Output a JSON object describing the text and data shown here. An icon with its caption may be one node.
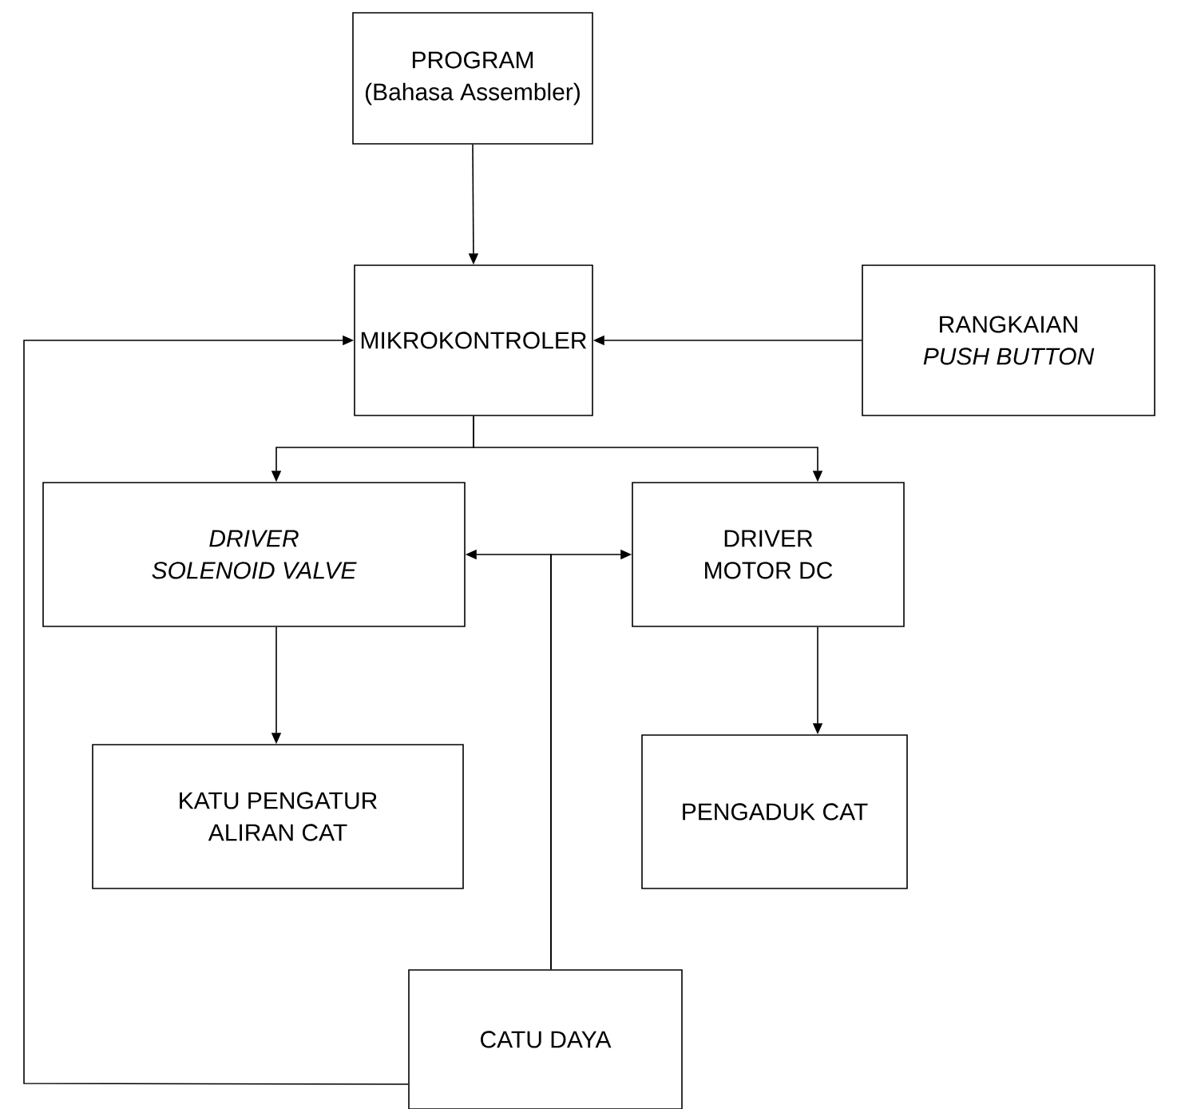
{
  "diagram": {
    "nodes": [
      {
        "text": [
          "PROGRAM",
          "(Bahasa Assembler)"
        ]
      },
      {
        "text": [
          "MIKROKONTROLER"
        ]
      },
      {
        "text": [
          "RANGKAIAN",
          "PUSH BUTTON"
        ]
      },
      {
        "text": [
          "DRIVER",
          "SOLENOID VALVE"
        ]
      },
      {
        "text": [
          "DRIVER",
          "MOTOR DC"
        ]
      },
      {
        "text": [
          "KATU PENGATUR",
          "ALIRAN CAT"
        ]
      },
      {
        "text": [
          "PENGADUK CAT"
        ]
      },
      {
        "text": [
          "CATU DAYA"
        ]
      }
    ],
    "edges": [
      {
        "from": 0,
        "to": 1,
        "arrow": "to"
      },
      {
        "from": 2,
        "to": 1,
        "arrow": "to"
      },
      {
        "from": 1,
        "to": 3,
        "arrow": "to"
      },
      {
        "from": 1,
        "to": 4,
        "arrow": "to"
      },
      {
        "from": 3,
        "to": 5,
        "arrow": "to"
      },
      {
        "from": 4,
        "to": 6,
        "arrow": "to"
      },
      {
        "from": 7,
        "to": 3,
        "arrow": "to"
      },
      {
        "from": 7,
        "to": 4,
        "arrow": "to"
      },
      {
        "from": 7,
        "to": 1,
        "arrow": "to"
      }
    ]
  }
}
